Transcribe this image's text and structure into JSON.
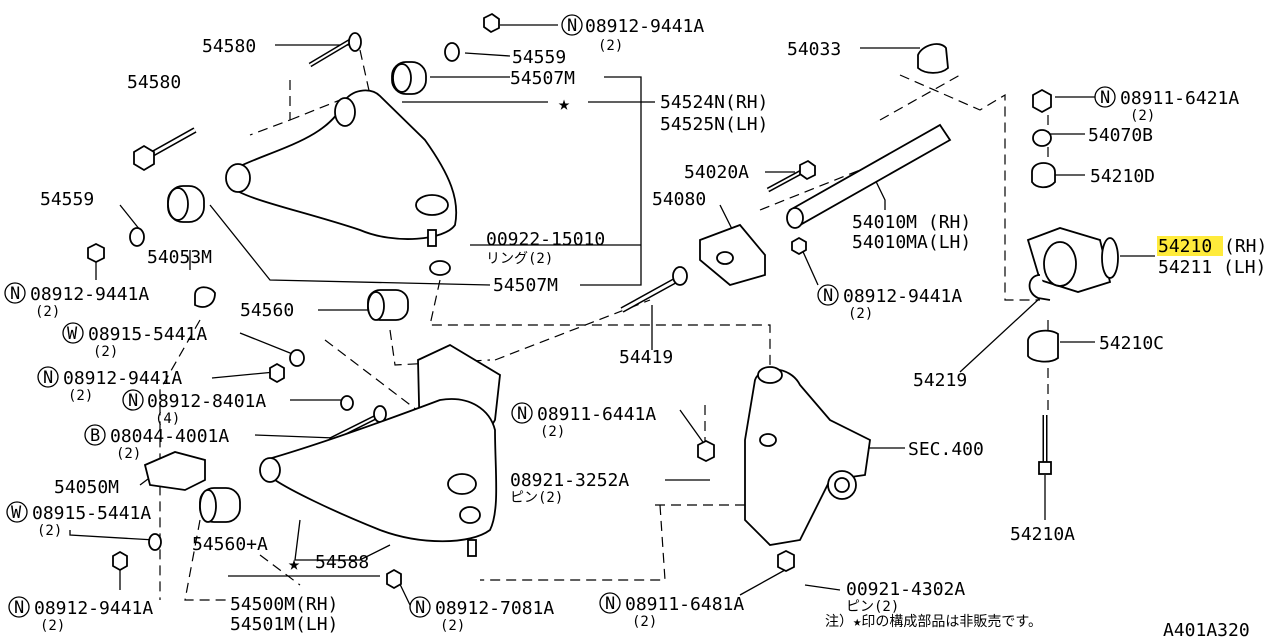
{
  "diagram_id": "A401A320",
  "note": "注）★印の構成部品は非販売です。",
  "highlighted_part": "54210",
  "callouts": [
    {
      "id": "c1",
      "prefix": "N",
      "code": "08912-9441A",
      "qty": "(2)"
    },
    {
      "id": "c2",
      "code": "54580"
    },
    {
      "id": "c3",
      "code": "54559"
    },
    {
      "id": "c4",
      "code": "54507M"
    },
    {
      "id": "c5",
      "code": "54580"
    },
    {
      "id": "c6",
      "code": "54524N(RH)",
      "code2": "54525N(LH)"
    },
    {
      "id": "c7",
      "code": "54559"
    },
    {
      "id": "c8",
      "code": "54053M"
    },
    {
      "id": "c9",
      "prefix": "N",
      "code": "08912-9441A",
      "qty": "(2)"
    },
    {
      "id": "c10",
      "code": "00922-15010",
      "sub": "リング(2)"
    },
    {
      "id": "c11",
      "code": "54507M"
    },
    {
      "id": "c12",
      "code": "54560"
    },
    {
      "id": "c13",
      "prefix": "W",
      "code": "08915-5441A",
      "qty": "(2)"
    },
    {
      "id": "c14",
      "prefix": "N",
      "code": "08912-9441A",
      "qty": "(2)"
    },
    {
      "id": "c15",
      "prefix": "N",
      "code": "08912-8401A",
      "qty": "(4)"
    },
    {
      "id": "c16",
      "prefix": "B",
      "code": "08044-4001A",
      "qty": "(2)"
    },
    {
      "id": "c17",
      "code": "54050M"
    },
    {
      "id": "c18",
      "prefix": "W",
      "code": "08915-5441A",
      "qty": "(2)"
    },
    {
      "id": "c19",
      "code": "54560+A"
    },
    {
      "id": "c20",
      "code": "54588"
    },
    {
      "id": "c21",
      "prefix": "N",
      "code": "08912-9441A",
      "qty": "(2)"
    },
    {
      "id": "c22",
      "code": "54500M(RH)",
      "code2": "54501M(LH)"
    },
    {
      "id": "c23",
      "prefix": "N",
      "code": "08912-7081A",
      "qty": "(2)"
    },
    {
      "id": "c24",
      "code": "54033"
    },
    {
      "id": "c25",
      "code": "54020A"
    },
    {
      "id": "c26",
      "code": "54080"
    },
    {
      "id": "c27",
      "code": "54010M (RH)",
      "code2": "54010MA(LH)"
    },
    {
      "id": "c28",
      "prefix": "N",
      "code": "08912-9441A",
      "qty": "(2)"
    },
    {
      "id": "c29",
      "code": "54419"
    },
    {
      "id": "c30",
      "prefix": "N",
      "code": "08911-6441A",
      "qty": "(2)"
    },
    {
      "id": "c31",
      "code": "08921-3252A",
      "sub": "ピン(2)"
    },
    {
      "id": "c32",
      "code": "SEC.400"
    },
    {
      "id": "c33",
      "prefix": "N",
      "code": "08911-6481A",
      "qty": "(2)"
    },
    {
      "id": "c34",
      "code": "00921-4302A",
      "sub": "ピン(2)"
    },
    {
      "id": "c35",
      "prefix": "N",
      "code": "08911-6421A",
      "qty": "(2)"
    },
    {
      "id": "c36",
      "code": "54070B"
    },
    {
      "id": "c37",
      "code": "54210D"
    },
    {
      "id": "c38",
      "code": "54210",
      "suffix": "(RH)",
      "code2": "54211 (LH)"
    },
    {
      "id": "c39",
      "code": "54219"
    },
    {
      "id": "c40",
      "code": "54210C"
    },
    {
      "id": "c41",
      "code": "54210A"
    }
  ]
}
